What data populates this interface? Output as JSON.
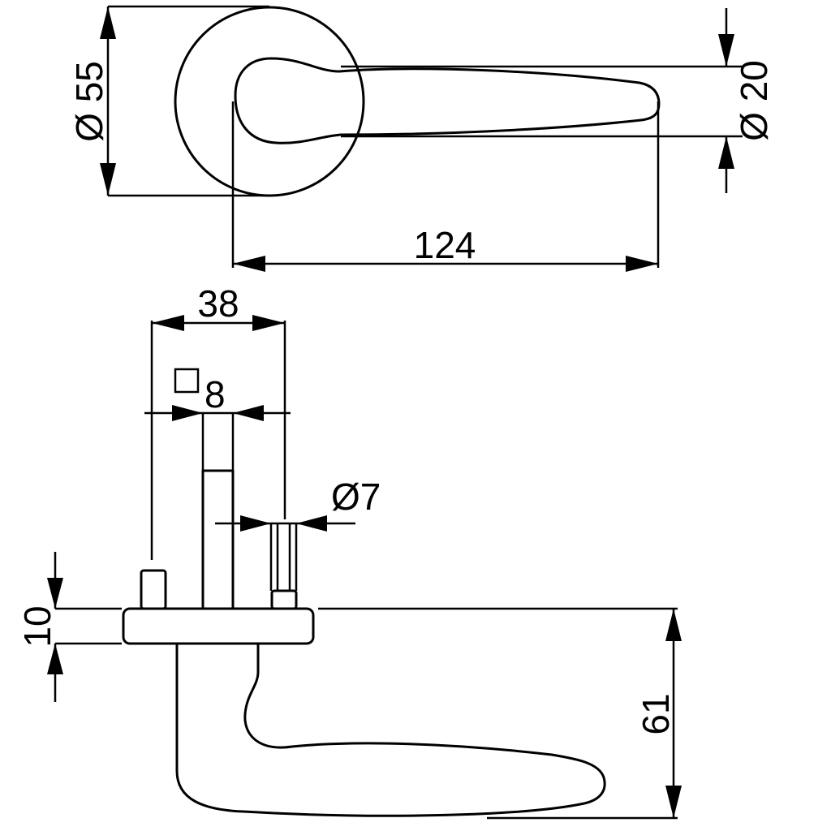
{
  "dimensions": {
    "rose_diameter": "Ø 55",
    "lever_diameter": "Ø 20",
    "lever_length": "124",
    "spindle_spacing": "38",
    "square_spindle": "8",
    "screw_diameter": "Ø7",
    "rose_height": "10",
    "total_projection": "61"
  },
  "colors": {
    "line": "#000000",
    "background": "#ffffff"
  }
}
